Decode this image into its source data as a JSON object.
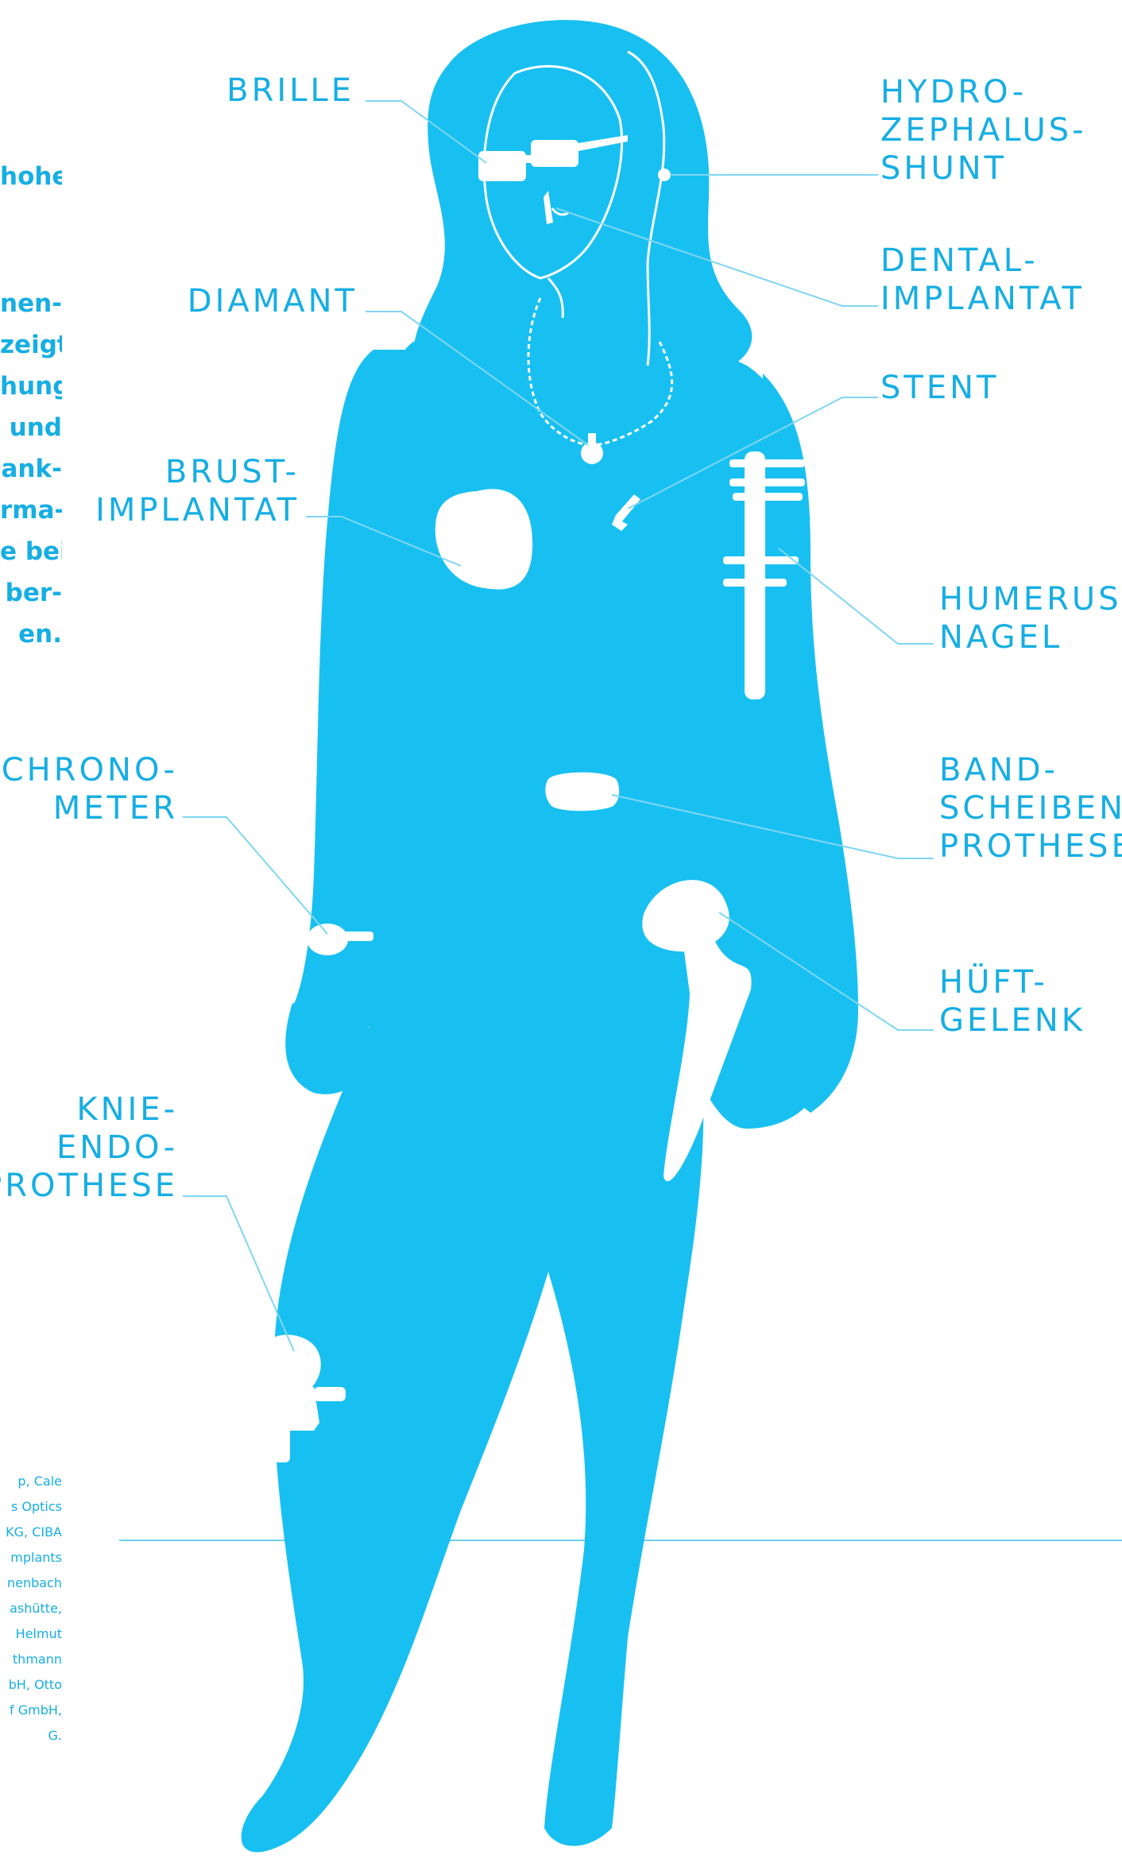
{
  "intro_top": [
    "hohe"
  ],
  "intro_body": [
    "nen-",
    "zeigt",
    "hung",
    "und",
    "ank-",
    "rma-",
    "e bei",
    "ber-",
    "en."
  ],
  "credits": [
    "p,  Cale",
    "s Optics",
    "KG, CIBA",
    "mplants",
    "nenbach",
    "ashütte,",
    "Helmut",
    "thmann",
    "bH, Otto",
    "f GmbH,",
    "G."
  ],
  "labels": {
    "brille": [
      "BRILLE"
    ],
    "hydrozephalus": [
      "HYDRO-",
      "ZEPHALUS-",
      "SHUNT"
    ],
    "diamant": [
      "DIAMANT"
    ],
    "dental": [
      "DENTAL-",
      "IMPLANTAT"
    ],
    "stent": [
      "STENT"
    ],
    "brust": [
      "BRUST-",
      "IMPLANTAT"
    ],
    "humerus": [
      "HUMERUS-",
      "NAGEL"
    ],
    "chronometer": [
      "CHRONO-",
      "METER"
    ],
    "bandscheiben": [
      "BAND-",
      "SCHEIBEN-",
      "PROTHESE"
    ],
    "hueft": [
      "HÜFT-",
      "GELENK"
    ],
    "knie": [
      "KNIE-",
      "ENDO-",
      "PROTHESE"
    ]
  },
  "colors": {
    "accent": "#16aee3",
    "silhouette": "#18c0f1",
    "implant": "#ffffff"
  }
}
